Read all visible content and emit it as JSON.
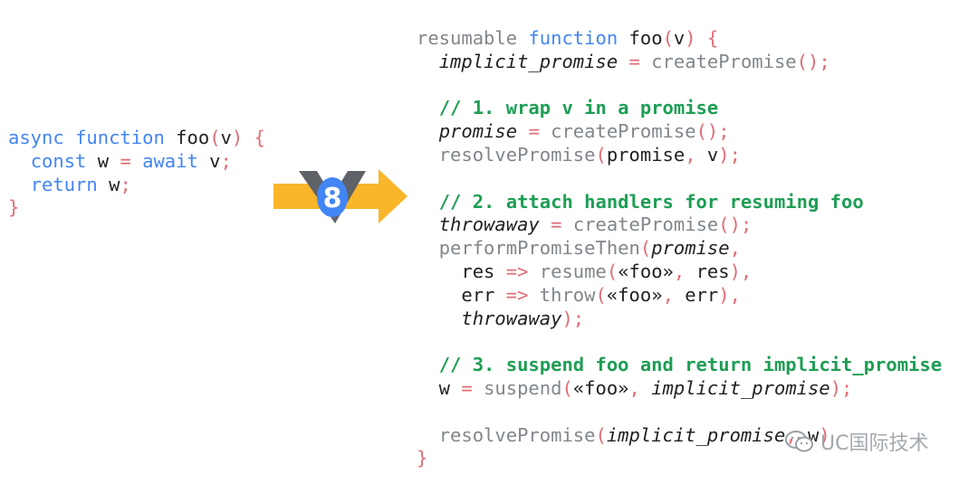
{
  "left_code": {
    "lines": [
      [
        {
          "t": "async",
          "c": "kw"
        },
        {
          "t": " ",
          "c": "plain"
        },
        {
          "t": "function",
          "c": "kw"
        },
        {
          "t": " foo",
          "c": "plain"
        },
        {
          "t": "(",
          "c": "punct"
        },
        {
          "t": "v",
          "c": "plain"
        },
        {
          "t": ") {",
          "c": "punct"
        }
      ],
      [
        {
          "t": "  ",
          "c": "plain"
        },
        {
          "t": "const",
          "c": "kw"
        },
        {
          "t": " w ",
          "c": "plain"
        },
        {
          "t": "=",
          "c": "punct"
        },
        {
          "t": " ",
          "c": "plain"
        },
        {
          "t": "await",
          "c": "kw"
        },
        {
          "t": " v",
          "c": "plain"
        },
        {
          "t": ";",
          "c": "punct"
        }
      ],
      [
        {
          "t": "  ",
          "c": "plain"
        },
        {
          "t": "return",
          "c": "kw"
        },
        {
          "t": " w",
          "c": "plain"
        },
        {
          "t": ";",
          "c": "punct"
        }
      ],
      [
        {
          "t": "}",
          "c": "punct"
        }
      ]
    ]
  },
  "right_code": {
    "lines": [
      [
        {
          "t": "resumable",
          "c": "gray"
        },
        {
          "t": " ",
          "c": "plain"
        },
        {
          "t": "function",
          "c": "kw"
        },
        {
          "t": " foo",
          "c": "plain"
        },
        {
          "t": "(",
          "c": "punct"
        },
        {
          "t": "v",
          "c": "plain"
        },
        {
          "t": ") {",
          "c": "punct"
        }
      ],
      [
        {
          "t": "  ",
          "c": "plain"
        },
        {
          "t": "implicit_promise",
          "c": "it"
        },
        {
          "t": " ",
          "c": "plain"
        },
        {
          "t": "=",
          "c": "punct"
        },
        {
          "t": " ",
          "c": "plain"
        },
        {
          "t": "createPromise",
          "c": "fn"
        },
        {
          "t": "();",
          "c": "punct"
        }
      ],
      [],
      [
        {
          "t": "  ",
          "c": "plain"
        },
        {
          "t": "// 1. wrap v in a promise",
          "c": "cmt"
        }
      ],
      [
        {
          "t": "  ",
          "c": "plain"
        },
        {
          "t": "promise",
          "c": "it"
        },
        {
          "t": " ",
          "c": "plain"
        },
        {
          "t": "=",
          "c": "punct"
        },
        {
          "t": " ",
          "c": "plain"
        },
        {
          "t": "createPromise",
          "c": "fn"
        },
        {
          "t": "();",
          "c": "punct"
        }
      ],
      [
        {
          "t": "  ",
          "c": "plain"
        },
        {
          "t": "resolvePromise",
          "c": "fn"
        },
        {
          "t": "(",
          "c": "punct"
        },
        {
          "t": "promise",
          "c": "plain"
        },
        {
          "t": ",",
          "c": "punct"
        },
        {
          "t": " v",
          "c": "plain"
        },
        {
          "t": ");",
          "c": "punct"
        }
      ],
      [],
      [
        {
          "t": "  ",
          "c": "plain"
        },
        {
          "t": "// 2. attach handlers for resuming foo",
          "c": "cmt"
        }
      ],
      [
        {
          "t": "  ",
          "c": "plain"
        },
        {
          "t": "throwaway",
          "c": "it"
        },
        {
          "t": " ",
          "c": "plain"
        },
        {
          "t": "=",
          "c": "punct"
        },
        {
          "t": " ",
          "c": "plain"
        },
        {
          "t": "createPromise",
          "c": "fn"
        },
        {
          "t": "();",
          "c": "punct"
        }
      ],
      [
        {
          "t": "  ",
          "c": "plain"
        },
        {
          "t": "performPromiseThen",
          "c": "fn"
        },
        {
          "t": "(",
          "c": "punct"
        },
        {
          "t": "promise",
          "c": "it"
        },
        {
          "t": ",",
          "c": "punct"
        }
      ],
      [
        {
          "t": "    res ",
          "c": "plain"
        },
        {
          "t": "=>",
          "c": "punct"
        },
        {
          "t": " ",
          "c": "plain"
        },
        {
          "t": "resume",
          "c": "fn"
        },
        {
          "t": "(",
          "c": "punct"
        },
        {
          "t": "«foo»",
          "c": "plain"
        },
        {
          "t": ",",
          "c": "punct"
        },
        {
          "t": " res",
          "c": "plain"
        },
        {
          "t": "),",
          "c": "punct"
        }
      ],
      [
        {
          "t": "    err ",
          "c": "plain"
        },
        {
          "t": "=>",
          "c": "punct"
        },
        {
          "t": " ",
          "c": "plain"
        },
        {
          "t": "throw",
          "c": "fn"
        },
        {
          "t": "(",
          "c": "punct"
        },
        {
          "t": "«foo»",
          "c": "plain"
        },
        {
          "t": ",",
          "c": "punct"
        },
        {
          "t": " err",
          "c": "plain"
        },
        {
          "t": "),",
          "c": "punct"
        }
      ],
      [
        {
          "t": "    ",
          "c": "plain"
        },
        {
          "t": "throwaway",
          "c": "it"
        },
        {
          "t": ");",
          "c": "punct"
        }
      ],
      [],
      [
        {
          "t": "  ",
          "c": "plain"
        },
        {
          "t": "// 3. suspend foo and return implicit_promise",
          "c": "cmt"
        }
      ],
      [
        {
          "t": "  w ",
          "c": "plain"
        },
        {
          "t": "=",
          "c": "punct"
        },
        {
          "t": " ",
          "c": "plain"
        },
        {
          "t": "suspend",
          "c": "fn"
        },
        {
          "t": "(",
          "c": "punct"
        },
        {
          "t": "«foo»",
          "c": "plain"
        },
        {
          "t": ",",
          "c": "punct"
        },
        {
          "t": " ",
          "c": "plain"
        },
        {
          "t": "implicit_promise",
          "c": "it"
        },
        {
          "t": ");",
          "c": "punct"
        }
      ],
      [],
      [
        {
          "t": "  ",
          "c": "plain"
        },
        {
          "t": "resolvePromise",
          "c": "fn"
        },
        {
          "t": "(",
          "c": "punct"
        },
        {
          "t": "implicit_promise",
          "c": "it"
        },
        {
          "t": ",",
          "c": "punct"
        },
        {
          "t": " w",
          "c": "plain"
        },
        {
          "t": ")",
          "c": "punct"
        }
      ],
      [
        {
          "t": "}",
          "c": "punct"
        }
      ]
    ]
  },
  "logo": {
    "name": "V8",
    "glyph": "8",
    "arrow_color": "#f9b62a",
    "v_color": "#5f6368",
    "badge_color": "#4285f4"
  },
  "watermark": {
    "text": "UC国际技术"
  },
  "colors": {
    "keyword": "#4285f4",
    "comment": "#1e9e55",
    "punctuation": "#e06c75",
    "function": "#80868b",
    "text": "#202124"
  }
}
